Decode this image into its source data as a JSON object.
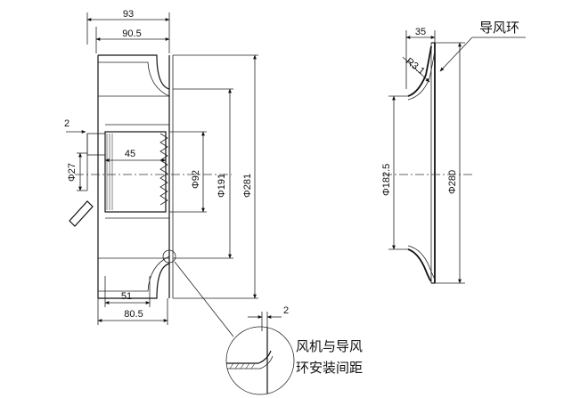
{
  "left_view": {
    "dim_93": "93",
    "dim_90_5": "90.5",
    "dim_2": "2",
    "dim_phi27": "Φ27",
    "dim_45": "45",
    "dim_phi92": "Φ92",
    "dim_phi191": "Φ191",
    "dim_phi281": "Φ281",
    "dim_51": "51",
    "dim_80_5": "80.5"
  },
  "right_view": {
    "dim_35": "35",
    "dim_r3_1": "R3.1",
    "dim_phi182_5": "Φ182.5",
    "dim_phi280": "Φ280",
    "label_inlet_ring": "导风环"
  },
  "detail": {
    "dim_2": "2",
    "label_line1": "风机与导风",
    "label_line2": "环安装间距"
  }
}
